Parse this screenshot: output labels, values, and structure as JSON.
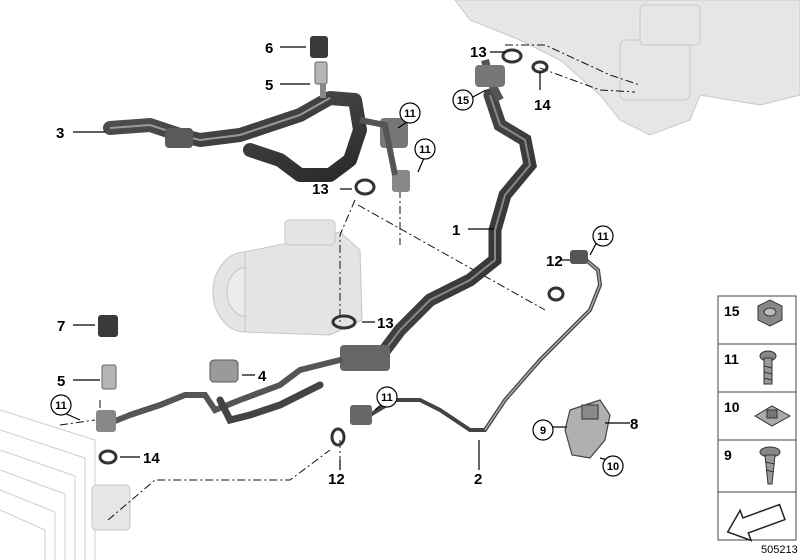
{
  "callouts": {
    "c1": "1",
    "c2": "2",
    "c3": "3",
    "c4": "4",
    "c5a": "5",
    "c5b": "5",
    "c6": "6",
    "c7": "7",
    "c8": "8",
    "c9": "9",
    "c10": "10",
    "c11a": "11",
    "c11b": "11",
    "c11c": "11",
    "c11d": "11",
    "c11e": "11",
    "c12a": "12",
    "c12b": "12",
    "c13a": "13",
    "c13b": "13",
    "c13c": "13",
    "c14a": "14",
    "c14b": "14",
    "c15": "15"
  },
  "side_panel": {
    "items": [
      {
        "label": "15",
        "icon": "hex-nut-icon"
      },
      {
        "label": "11",
        "icon": "bolt-icon"
      },
      {
        "label": "10",
        "icon": "clip-nut-icon"
      },
      {
        "label": "9",
        "icon": "screw-icon"
      }
    ]
  },
  "doc_id": "505213",
  "colors": {
    "hose_dark": "#3a3a3a",
    "hose_mid": "#6e6e6e",
    "ghost": "#d8d8d8",
    "panel_border": "#444444",
    "panel_bg": "#f2f2f2"
  }
}
